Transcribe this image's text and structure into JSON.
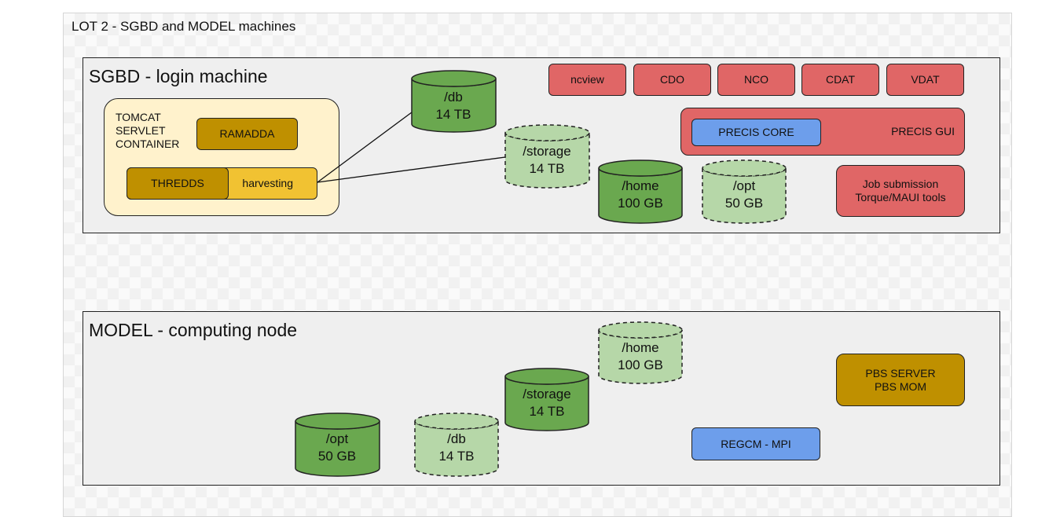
{
  "page_title": "LOT 2 - SGBD and MODEL machines",
  "sgbd": {
    "title": "SGBD - login machine",
    "container_lines": [
      "TOMCAT",
      "SERVLET",
      "CONTAINER"
    ],
    "ramadda": "RAMADDA",
    "thredds": "THREDDS",
    "harvesting": "harvesting",
    "tools": [
      "ncview",
      "CDO",
      "NCO",
      "CDAT",
      "VDAT"
    ],
    "precis_gui": "PRECIS GUI",
    "precis_core": "PRECIS CORE",
    "job_submission": [
      "Job submission",
      "Torque/MAUI tools"
    ],
    "volumes": [
      {
        "name": "/db",
        "size": "14 TB",
        "style": "solid"
      },
      {
        "name": "/storage",
        "size": "14 TB",
        "style": "dashed"
      },
      {
        "name": "/home",
        "size": "100 GB",
        "style": "solid"
      },
      {
        "name": "/opt",
        "size": "50 GB",
        "style": "dashed"
      }
    ]
  },
  "model": {
    "title": "MODEL - computing node",
    "pbs": [
      "PBS SERVER",
      "PBS MOM"
    ],
    "regcm": "REGCM - MPI",
    "volumes": [
      {
        "name": "/home",
        "size": "100 GB",
        "style": "dashed"
      },
      {
        "name": "/storage",
        "size": "14 TB",
        "style": "solid"
      },
      {
        "name": "/db",
        "size": "14 TB",
        "style": "dashed"
      },
      {
        "name": "/opt",
        "size": "50 GB",
        "style": "solid"
      }
    ]
  },
  "colors": {
    "solid_volume": "#6aa84f",
    "dashed_volume": "#b6d7a8",
    "tool_red": "#e06666",
    "gold": "#bf9000",
    "blue": "#6d9eeb",
    "yellow": "#f1c232",
    "container": "#fff2cc"
  }
}
